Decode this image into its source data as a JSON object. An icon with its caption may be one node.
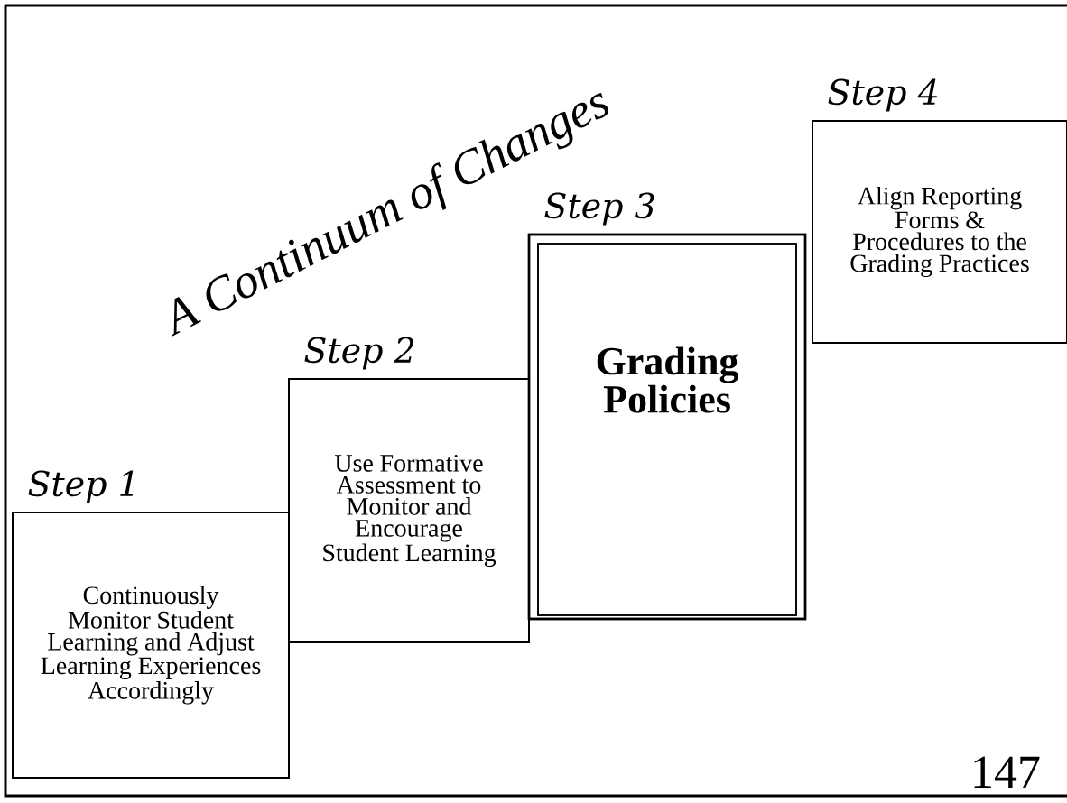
{
  "diagram": {
    "title": "A Continuum of Changes",
    "nodes": [
      {
        "text": [
          "Step 1",
          "Continuously Monitor Student Learning and Adjust Learning Experiences Accordingly"
        ]
      },
      {
        "text": [
          "Step 2",
          "Use Formative Assessment to Monitor and Encourage Student Learning"
        ]
      },
      {
        "text": [
          "Step 3",
          "Grading Policies"
        ]
      },
      {
        "text": [
          "Step 4",
          "Align Reporting Forms & Procedures to the Grading Practices"
        ]
      }
    ],
    "labels": [
      "147"
    ]
  }
}
